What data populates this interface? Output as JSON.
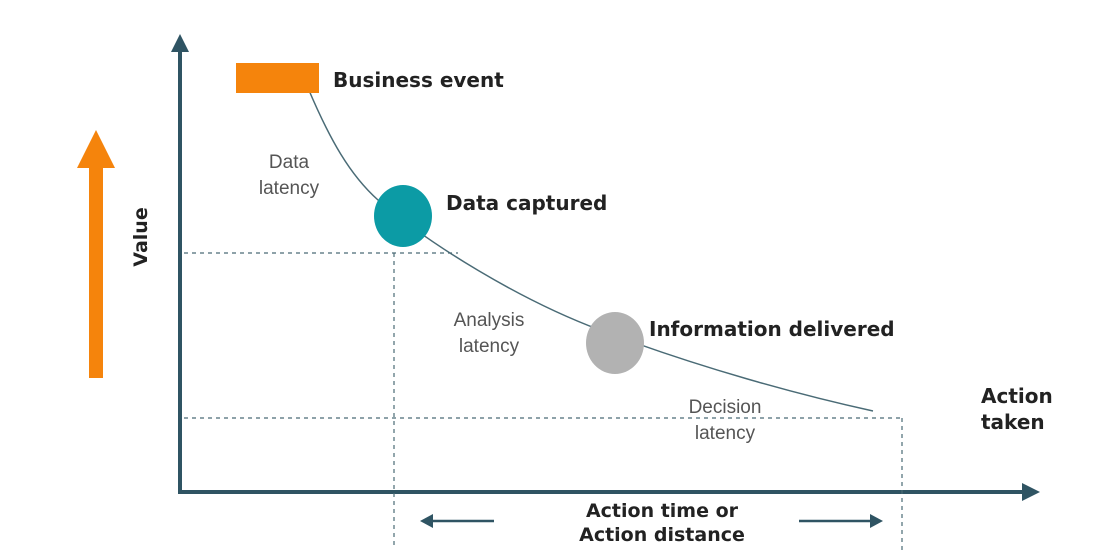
{
  "labels": {
    "business_event": "Business event",
    "data_captured": "Data captured",
    "information_delivered": "Information delivered",
    "data_latency": [
      "Data",
      "latency"
    ],
    "analysis_latency": [
      "Analysis",
      "latency"
    ],
    "decision_latency": [
      "Decision",
      "latency"
    ],
    "action_taken": [
      "Action",
      "taken"
    ],
    "y_axis": "Value",
    "x_axis": [
      "Action time or",
      "Action distance"
    ]
  },
  "colors": {
    "axis": "#2f5463",
    "curve": "#4a6b76",
    "business_event": "#f5840c",
    "data_captured": "#0c9ba5",
    "information_delivered": "#b2b2b2",
    "value_arrow": "#f5840c",
    "guide": "#4a6b76"
  }
}
